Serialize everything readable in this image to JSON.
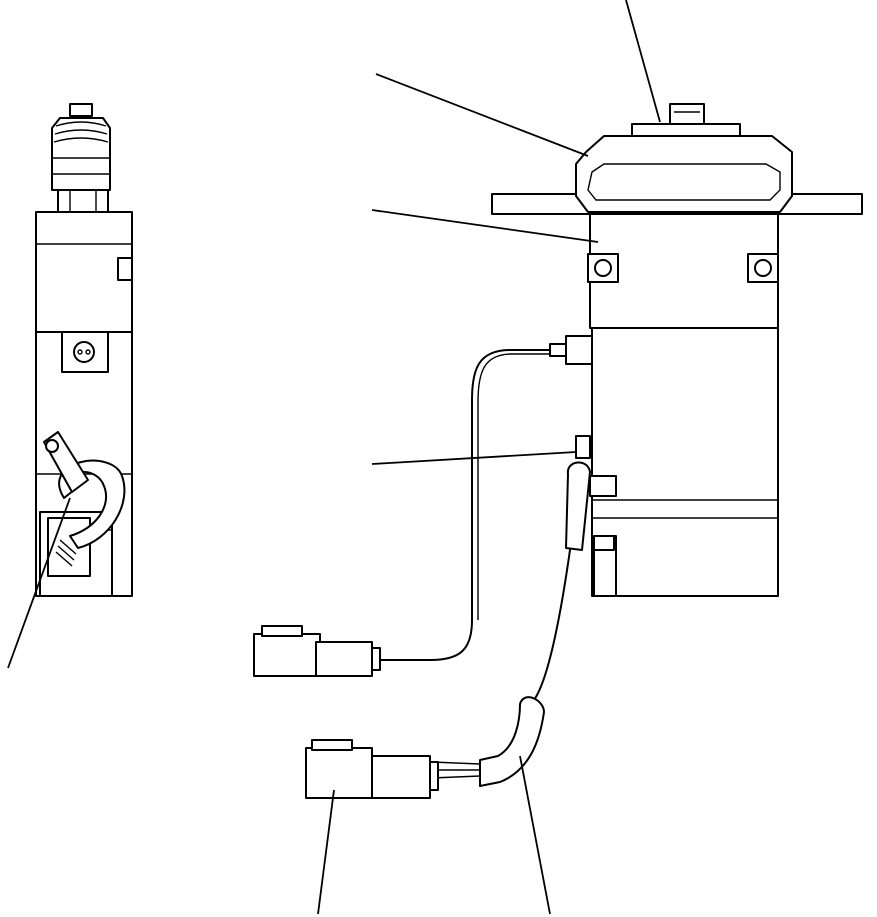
{
  "figure": {
    "type": "technical-parts-diagram",
    "views": [
      "side-view",
      "front-view"
    ],
    "callout_labels": [],
    "colors": {
      "line": "#000000",
      "background": "#ffffff"
    }
  }
}
